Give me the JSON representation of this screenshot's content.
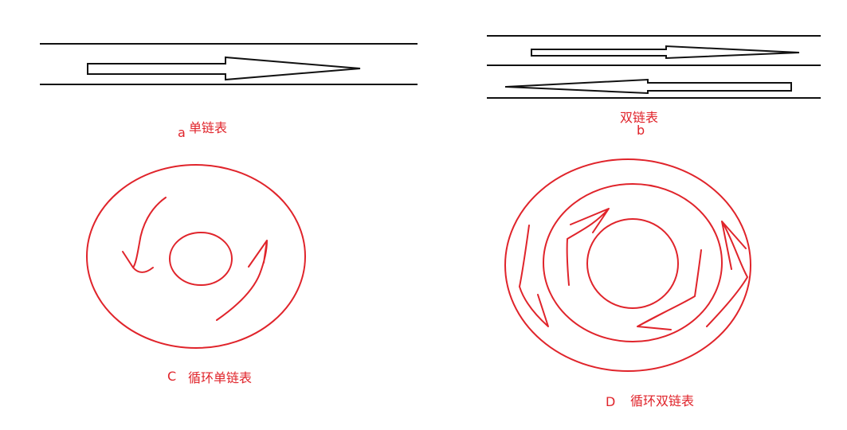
{
  "colors": {
    "ink": "#111111",
    "accent": "#e0242b",
    "background": "#ffffff"
  },
  "diagrams": {
    "a": {
      "letter": "a",
      "title": "单链表"
    },
    "b": {
      "letter": "b",
      "title": "双链表"
    },
    "c": {
      "letter": "C",
      "title": "循环单链表"
    },
    "d": {
      "letter": "D",
      "title": "循环双链表"
    }
  }
}
